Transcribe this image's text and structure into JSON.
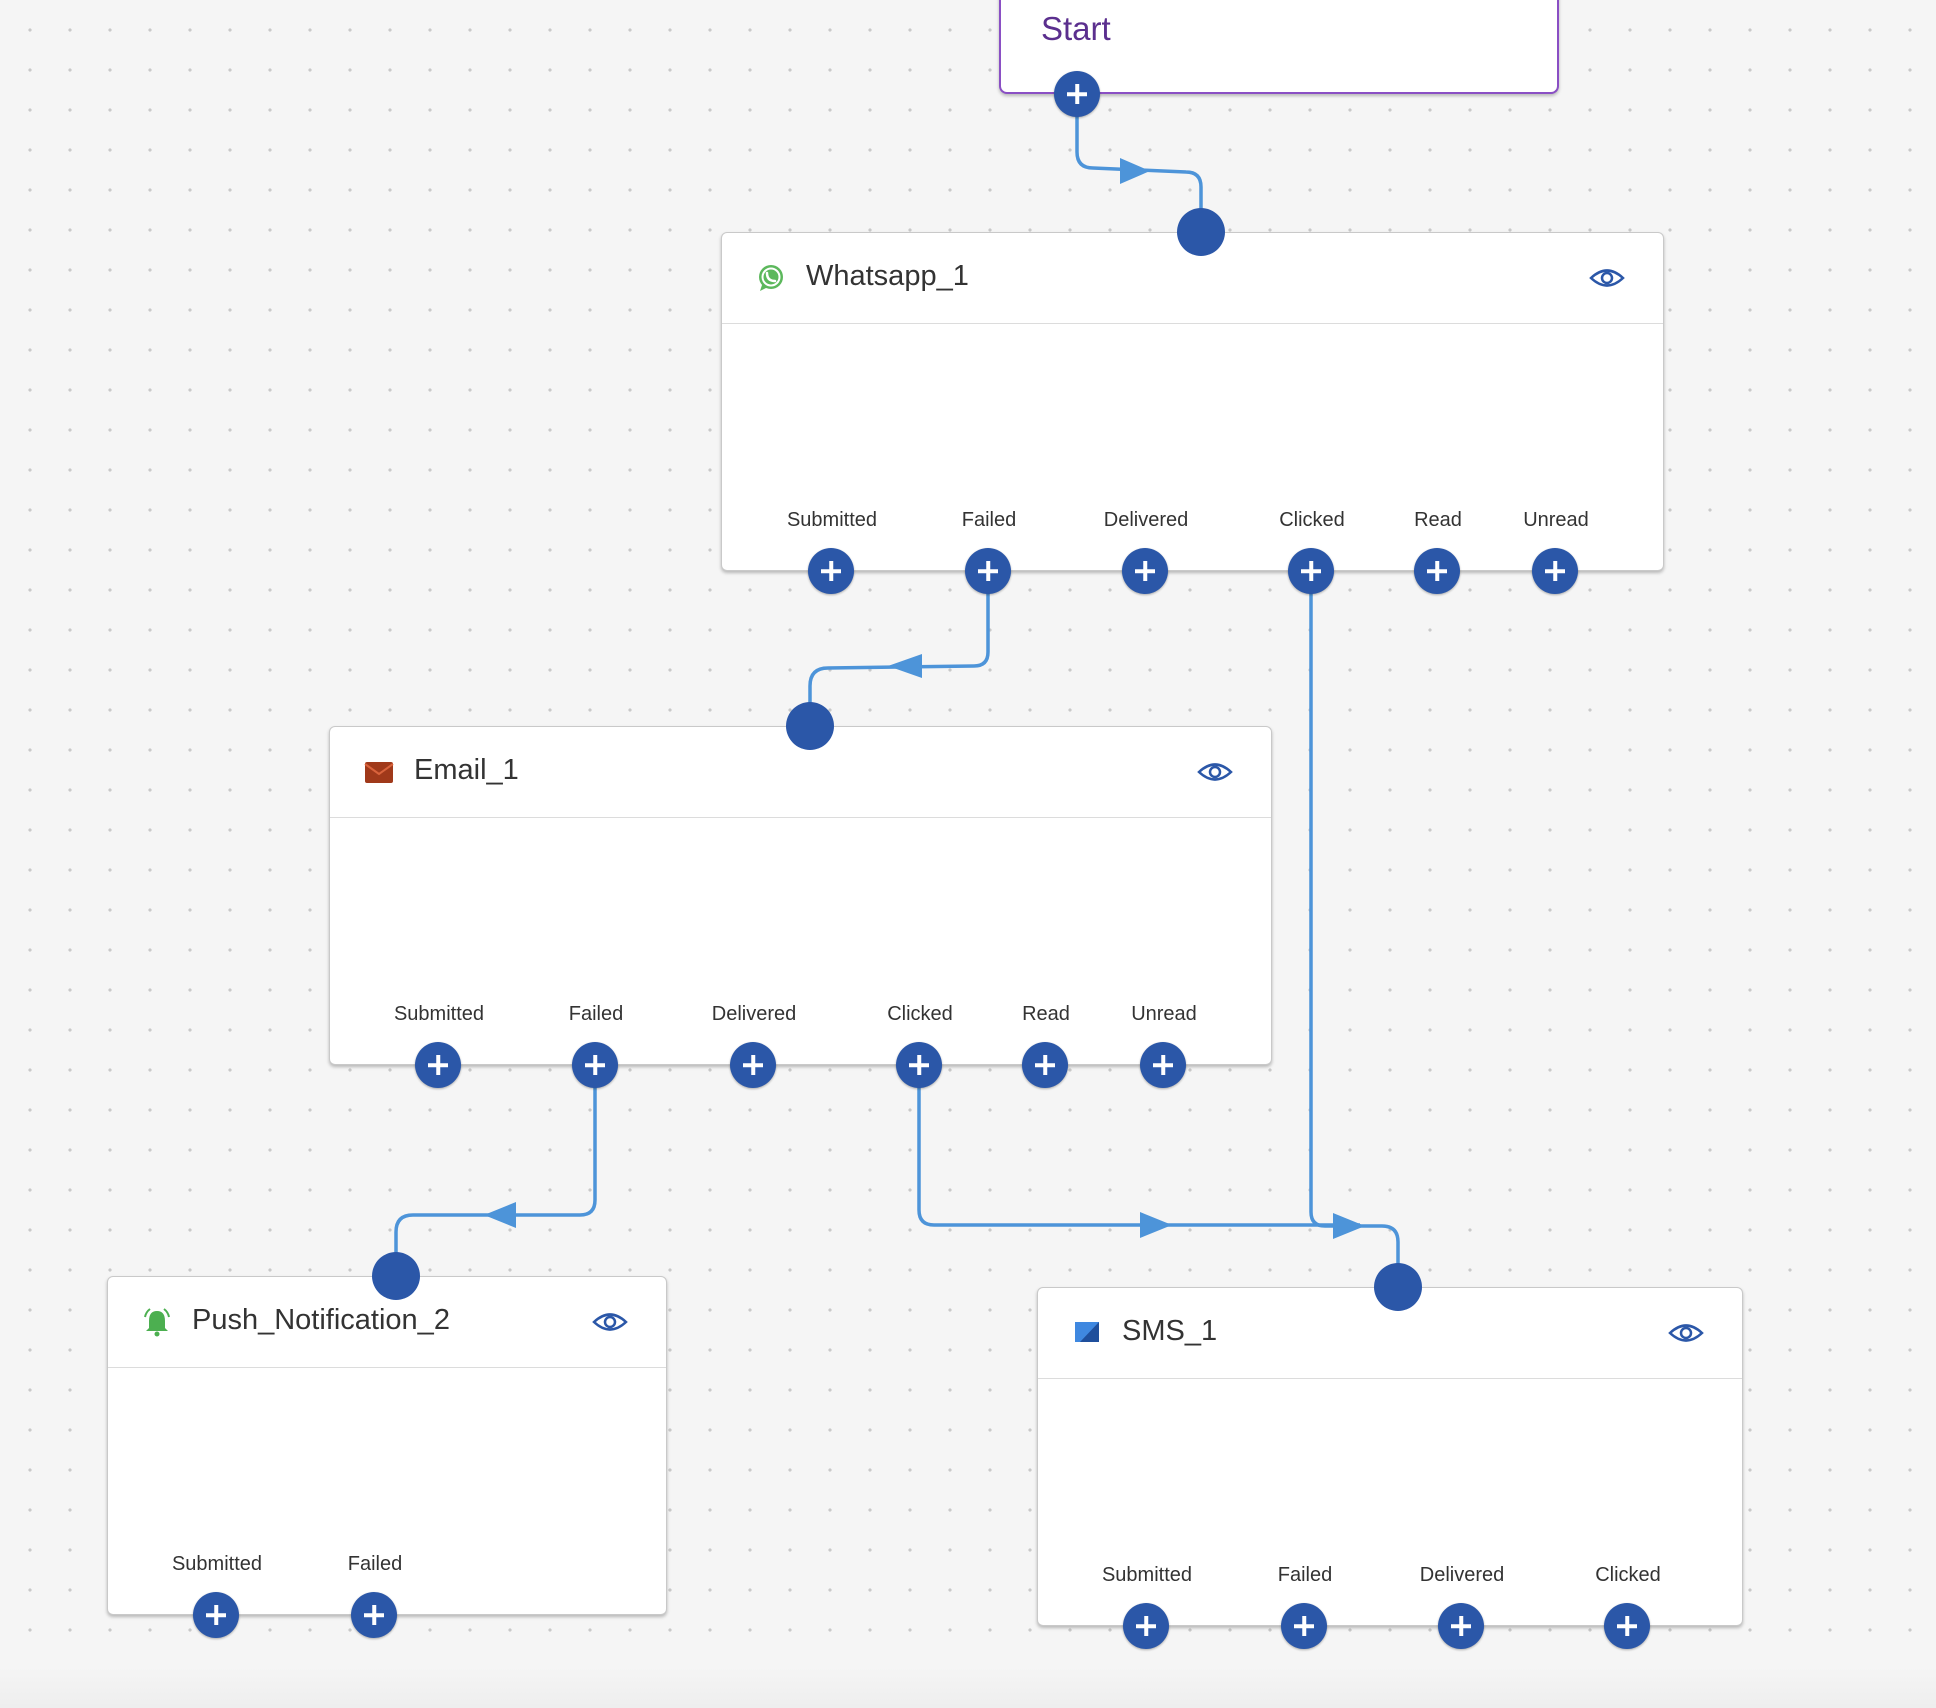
{
  "flow": {
    "start_label": "Start",
    "colors": {
      "handle": "#2b57a8",
      "edge": "#4d94d9",
      "start_border": "#8a4fc4",
      "start_text": "#5b2f8e"
    },
    "nodes": [
      {
        "id": "whatsapp",
        "title": "Whatsapp_1",
        "icon": "whatsapp-icon",
        "icon_color": "#5cb85c",
        "outputs": [
          "Submitted",
          "Failed",
          "Delivered",
          "Clicked",
          "Read",
          "Unread"
        ]
      },
      {
        "id": "email",
        "title": "Email_1",
        "icon": "envelope-icon",
        "icon_color": "#a0391a",
        "outputs": [
          "Submitted",
          "Failed",
          "Delivered",
          "Clicked",
          "Read",
          "Unread"
        ]
      },
      {
        "id": "push",
        "title": "Push_Notification_2",
        "icon": "bell-icon",
        "icon_color": "#4caf50",
        "outputs": [
          "Submitted",
          "Failed"
        ]
      },
      {
        "id": "sms",
        "title": "SMS_1",
        "icon": "sms-icon",
        "icon_color": "#3f88e0",
        "outputs": [
          "Submitted",
          "Failed",
          "Delivered",
          "Clicked"
        ]
      }
    ],
    "connections": [
      {
        "from": "Start",
        "to": "Whatsapp_1"
      },
      {
        "from": "Whatsapp_1.Failed",
        "to": "Email_1"
      },
      {
        "from": "Whatsapp_1.Clicked",
        "to": "SMS_1"
      },
      {
        "from": "Email_1.Failed",
        "to": "Push_Notification_2"
      },
      {
        "from": "Email_1.Clicked",
        "to": "SMS_1"
      }
    ]
  }
}
